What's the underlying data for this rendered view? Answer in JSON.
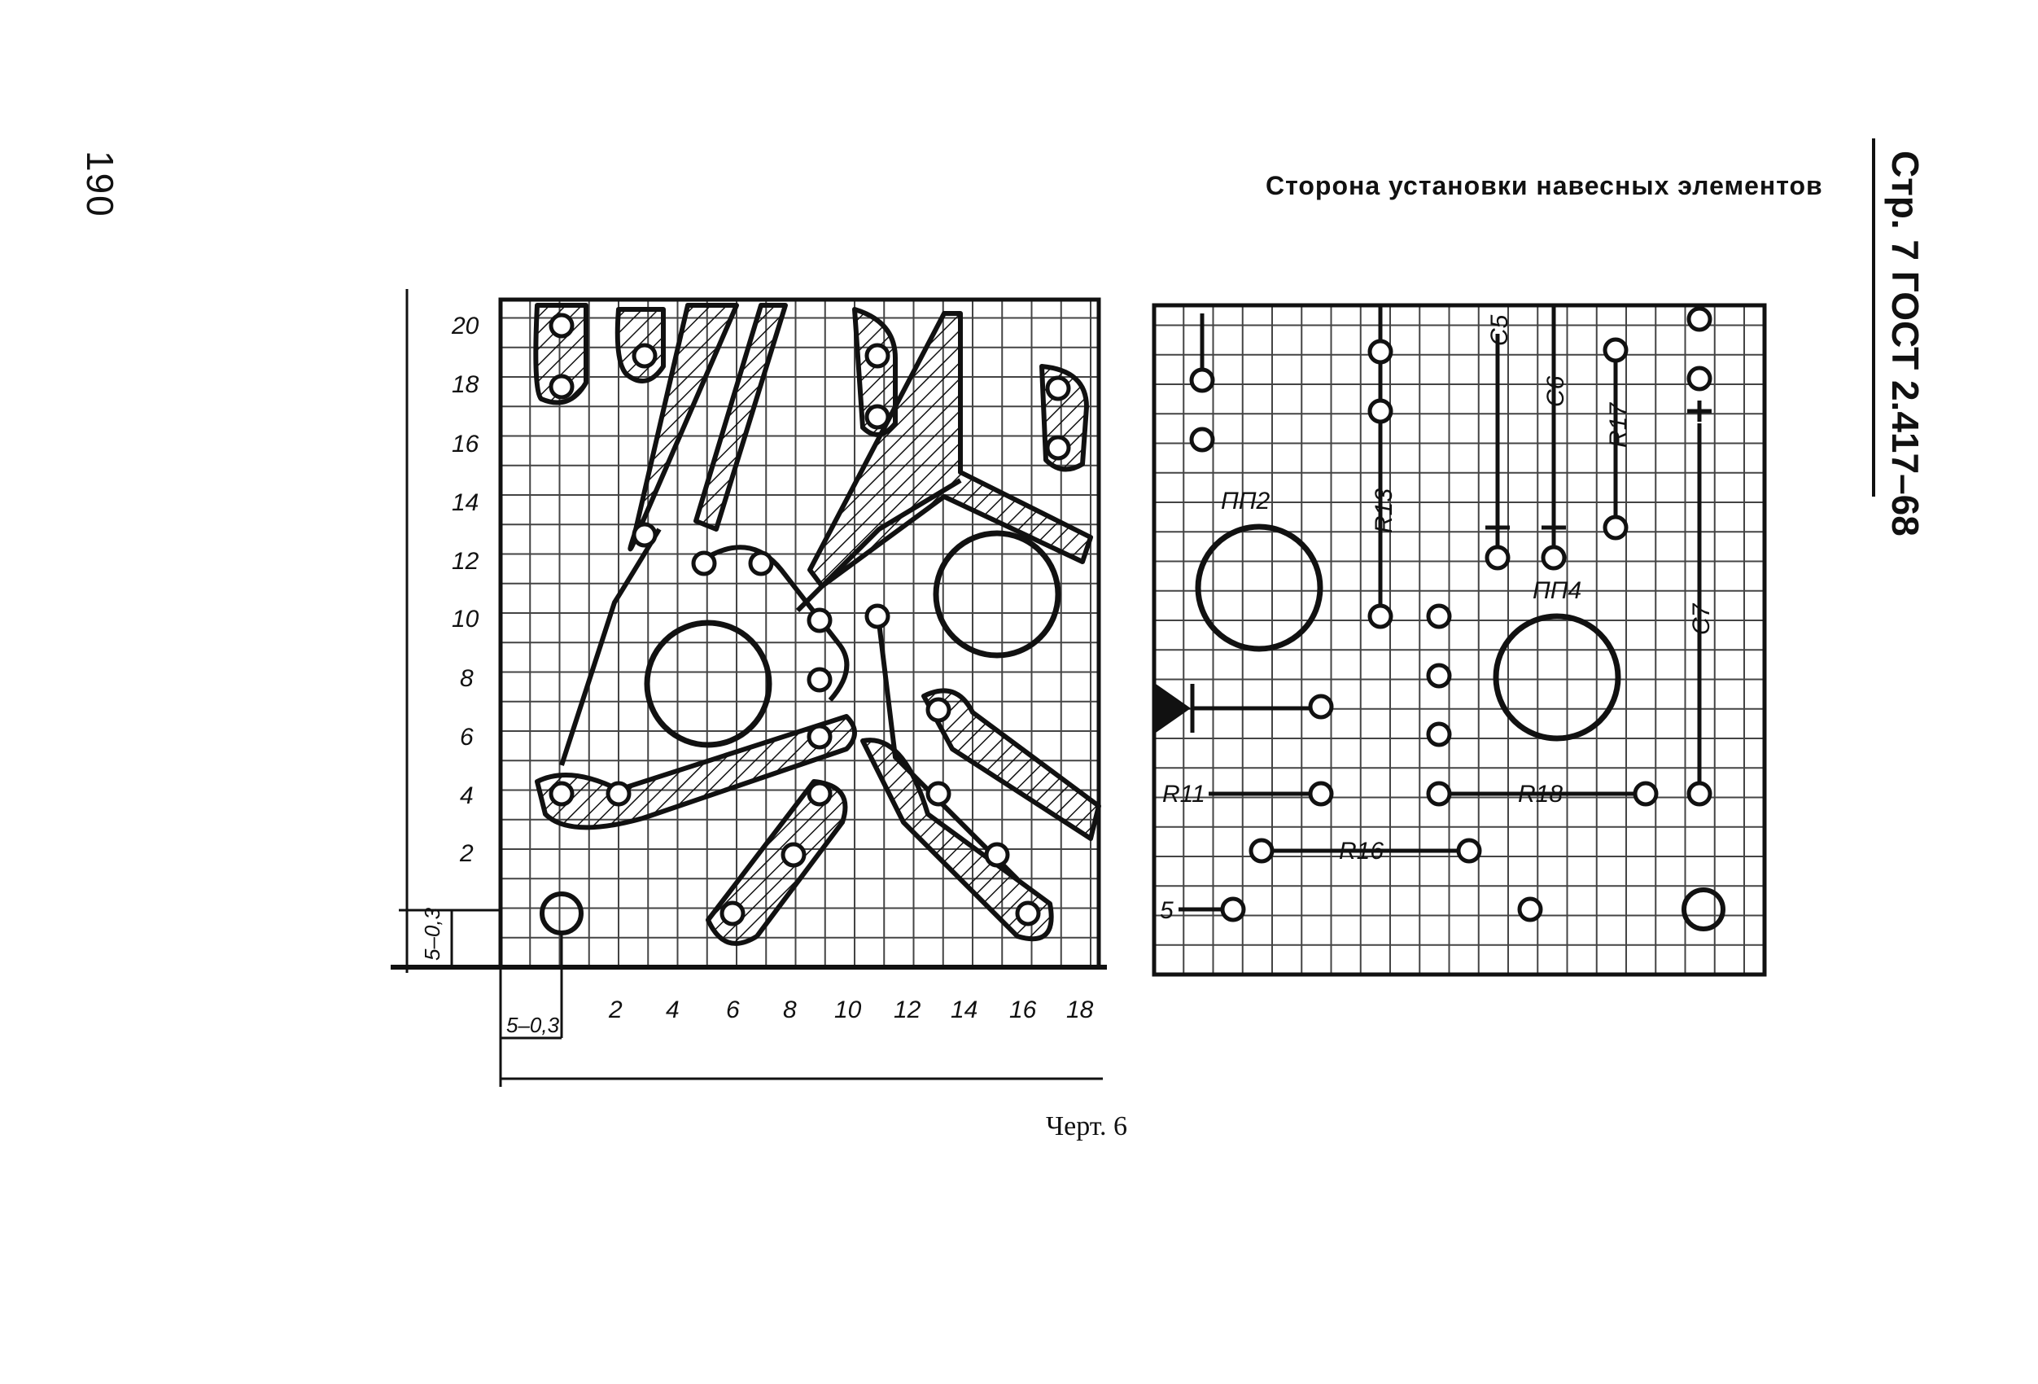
{
  "page": {
    "page_number": "190",
    "side_header": "Стр. 7 ГОСТ 2.417–68",
    "title": "Сторона установки навесных элементов",
    "caption": "Черт. 6"
  },
  "left_board": {
    "y_ticks": [
      "20",
      "18",
      "16",
      "14",
      "12",
      "10",
      "8",
      "6",
      "4",
      "2"
    ],
    "x_ticks": [
      "2",
      "4",
      "6",
      "8",
      "10",
      "12",
      "14",
      "16",
      "18"
    ],
    "dim_vertical": "5–0,3",
    "dim_horizontal": "5–0,3"
  },
  "right_board": {
    "labels": {
      "pp2": "ПП2",
      "pp4": "ПП4",
      "r13": "R13",
      "c5": "С5",
      "c6": "С6",
      "r17": "R17",
      "c7": "С7",
      "r11": "R11",
      "r18": "R18",
      "r16": "R16",
      "pin5": "5"
    }
  }
}
